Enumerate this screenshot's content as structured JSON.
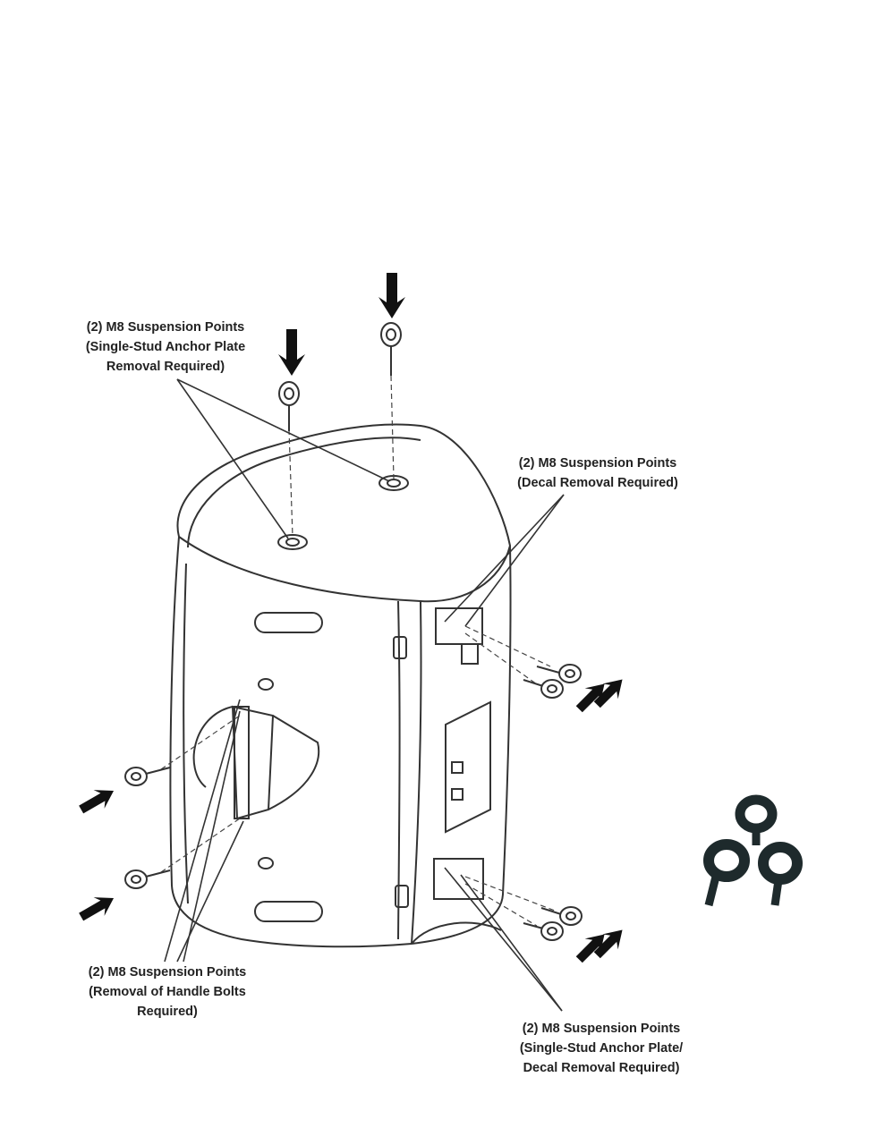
{
  "callouts": [
    {
      "lines": [
        "(2) M8 Suspension Points",
        "(Single-Stud Anchor Plate",
        "Removal Required)"
      ]
    },
    {
      "lines": [
        "(2) M8 Suspension Points",
        "(Decal Removal Required)"
      ]
    },
    {
      "lines": [
        "(2) M8 Suspension Points",
        "(Removal of Handle Bolts",
        "Required)"
      ]
    },
    {
      "lines": [
        "(2) M8 Suspension Points",
        "(Single-Stud Anchor Plate/",
        "Decal Removal Required)"
      ]
    }
  ],
  "colors": {
    "line": "#333333",
    "arrow": "#111111",
    "eyebolt_photo": "#1e2a2c"
  }
}
